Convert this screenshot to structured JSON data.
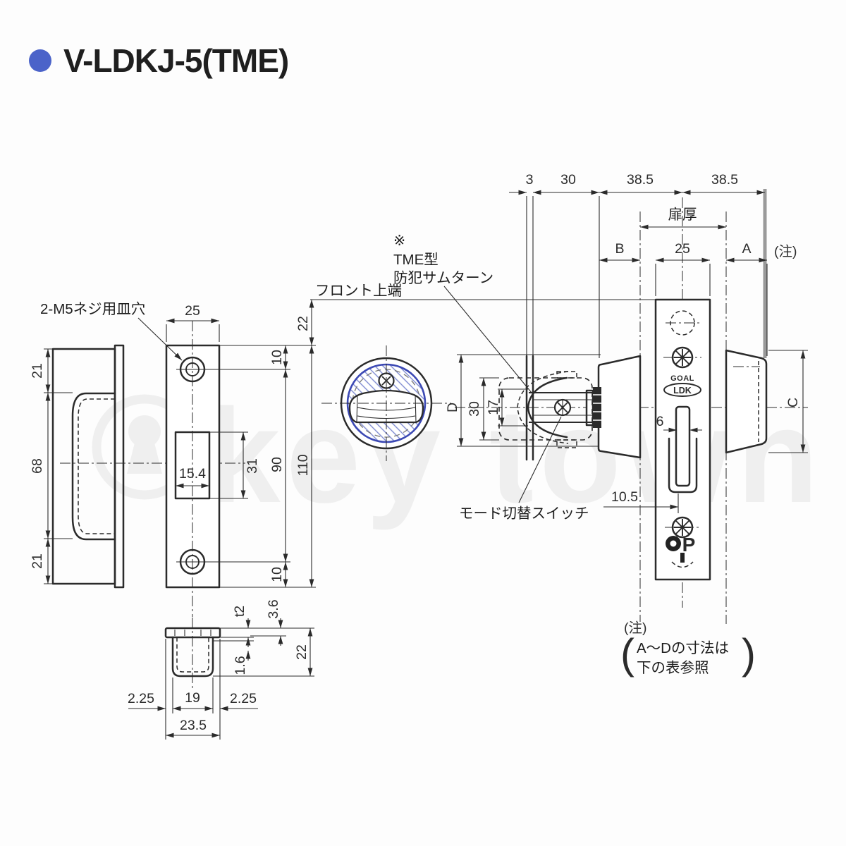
{
  "title": {
    "text": "V-LDKJ-5(TME)",
    "bullet_color": "#4b63c9"
  },
  "watermark": {
    "text": "key town"
  },
  "colors": {
    "line": "#2b2b2b",
    "red": "#e23a40",
    "blue_ring": "#3c49b4",
    "blue_hatch": "#5e6cc6",
    "extension_gray": "#9a9a9a"
  },
  "annotations": {
    "screw_note": "2-M5ネジ用皿穴",
    "front_top": "フロント上端",
    "tme_mark": "※",
    "tme_type": "TME型",
    "tme_name": "防犯サムターン",
    "mode_switch": "モード切替スイッチ",
    "door_thickness": "扉厚",
    "note_top": "(注)",
    "note_bottom": "(注)",
    "note_line1": "A〜Dの寸法は",
    "note_line2": "下の表参照",
    "paren_open": "(",
    "paren_close": ")"
  },
  "brand": {
    "goal": "GOAL",
    "ldk": "LDK",
    "cp": "P"
  },
  "dims": {
    "side_top": "21",
    "side_mid": "68",
    "side_bot": "21",
    "plate_width": "25",
    "slot_w": "15.4",
    "slot_h": "31",
    "screw_span": "90",
    "plate_h": "110",
    "off_top": "10",
    "off_bot": "10",
    "front_off": "22",
    "t": "t2",
    "lip": "3.6",
    "gap": "1.6",
    "depth": "22",
    "edge_l": "2.25",
    "inner": "19",
    "edge_r": "2.25",
    "total_w": "23.5",
    "face_t": "3",
    "backset": "30",
    "hand_l": "38.5",
    "hand_r": "38.5",
    "b": "B",
    "door": "25",
    "a": "A",
    "c": "C",
    "d": "D",
    "turn_base": "30",
    "turn_grip": "17",
    "slot6": "6",
    "ten5": "10.5"
  }
}
